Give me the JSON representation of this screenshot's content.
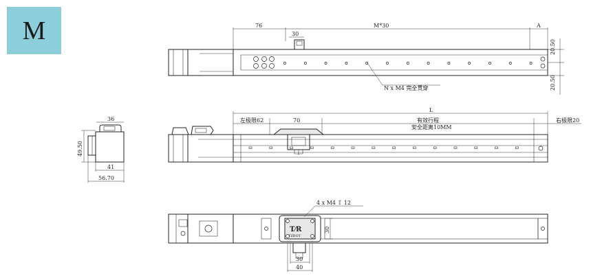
{
  "badge": {
    "letter": "M",
    "color": "#8ccfdb"
  },
  "top_view": {
    "dim_left": "76",
    "dim_mid": "M*30",
    "dim_right": "A",
    "dim_30": "30",
    "dim_v1": "20.50",
    "dim_v2": "20.50",
    "note": "N x M4 完全贯穿"
  },
  "end_view": {
    "dim_top": "36",
    "dim_side": "49.50",
    "dim_41": "41",
    "dim_width": "56.70"
  },
  "side_view": {
    "dim_L": "L",
    "left_limit": "左极限62",
    "dim_70": "70",
    "stroke_label": "有效行程",
    "safety_label": "安全距离10MM",
    "right_limit": "右极限20"
  },
  "bottom_view": {
    "note": "4 x  M4  ↧ 12",
    "dim_30v": "30",
    "dim_30h": "30",
    "dim_40": "40",
    "logo": "TZBOT"
  }
}
